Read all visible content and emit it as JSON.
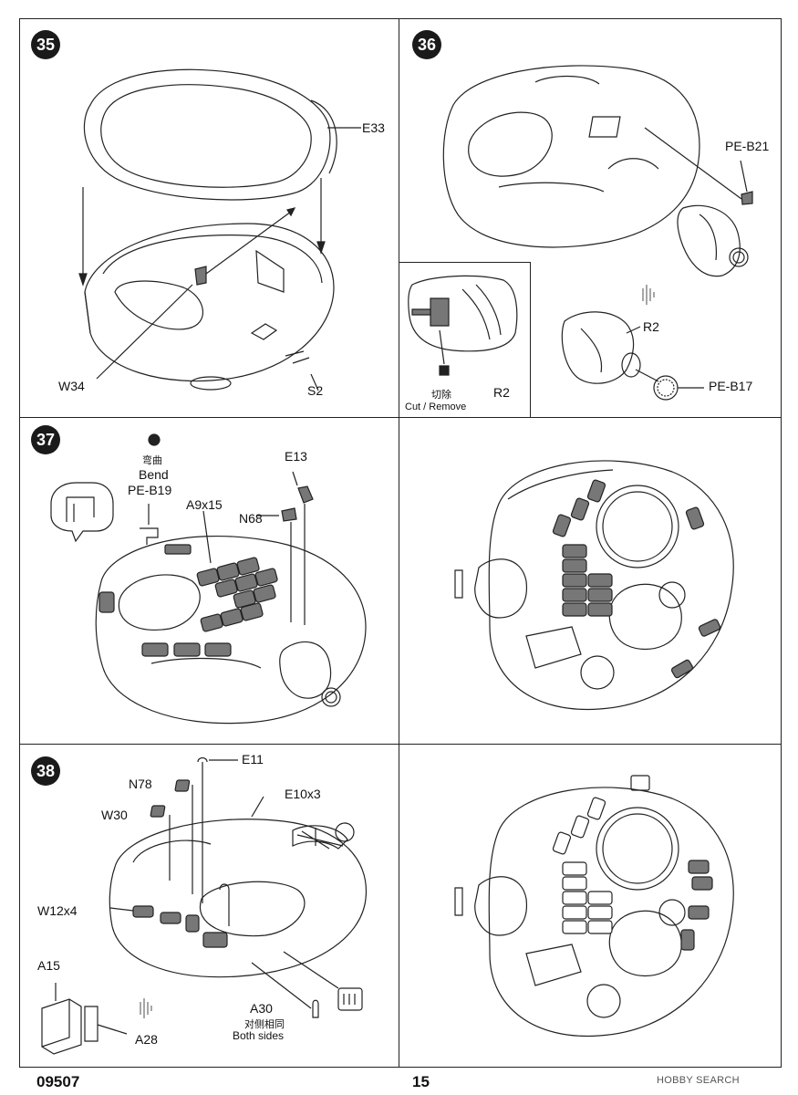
{
  "steps": {
    "s35": {
      "number": "35",
      "labels": {
        "e33": "E33",
        "w34": "W34",
        "s2": "S2"
      }
    },
    "s36": {
      "number": "36",
      "labels": {
        "pe_b21": "PE-B21",
        "r2": "R2",
        "pe_b17": "PE-B17"
      },
      "inset": {
        "cut_cn": "切除",
        "cut_en": "Cut / Remove",
        "part": "R2"
      }
    },
    "s37": {
      "number": "37",
      "labels": {
        "bend_cn": "弯曲",
        "bend_en": "Bend",
        "pe_b19": "PE-B19",
        "a9x15": "A9x15",
        "n68": "N68",
        "e13": "E13"
      }
    },
    "s38": {
      "number": "38",
      "labels": {
        "e11": "E11",
        "n78": "N78",
        "e10x3": "E10x3",
        "w30": "W30",
        "w12x4": "W12x4",
        "a15": "A15",
        "a28": "A28",
        "a30": "A30",
        "both_cn": "对侧相同",
        "both_en": "Both sides"
      }
    }
  },
  "footer": {
    "kit_code": "09507",
    "page_number": "15",
    "watermark": "HOBBY SEARCH"
  },
  "colors": {
    "line": "#222222",
    "part_gray": "#777777",
    "badge": "#1a1a1a"
  }
}
